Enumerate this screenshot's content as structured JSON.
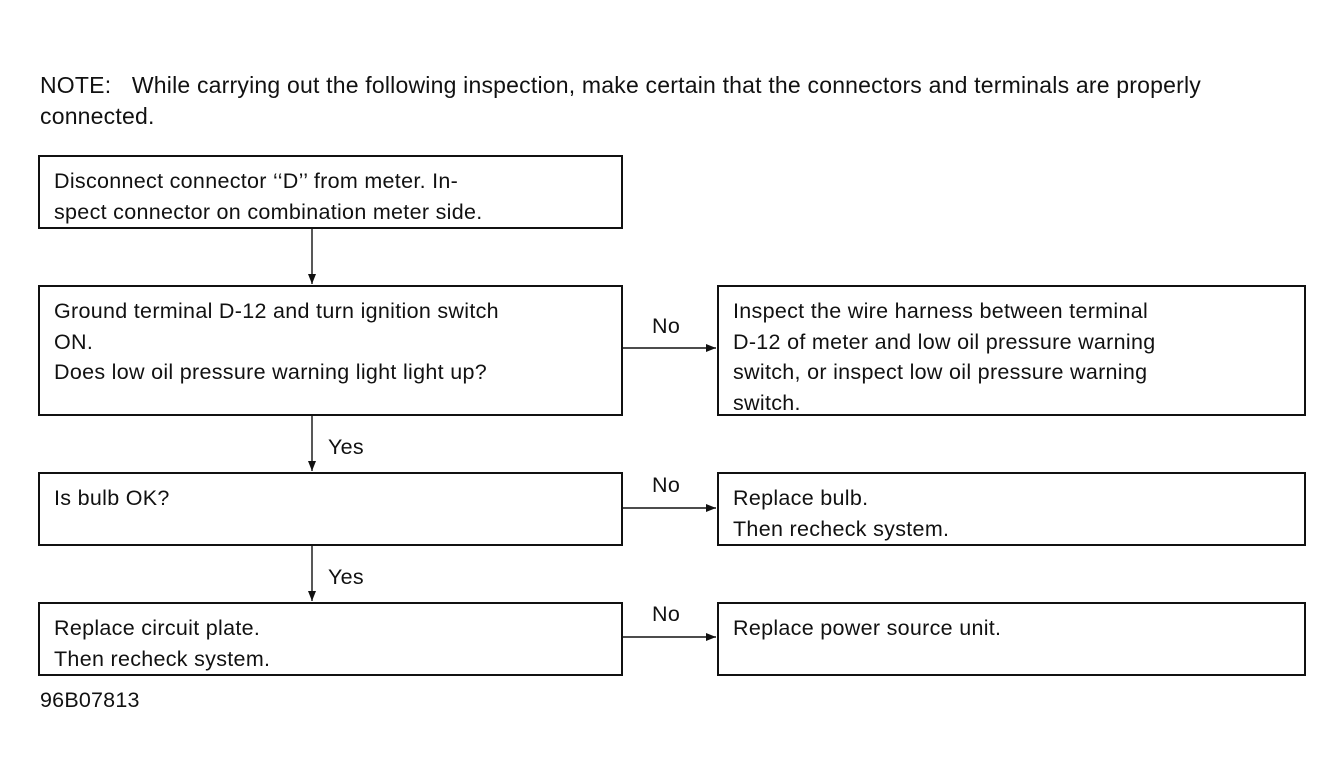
{
  "note": {
    "label": "NOTE:",
    "text": "While carrying out the following inspection, make certain that the connectors and terminals are properly connected."
  },
  "steps": [
    {
      "lines": [
        "Disconnect connector ‘‘D’’ from meter. In-",
        "spect connector on combination meter side."
      ]
    },
    {
      "lines": [
        "Ground terminal D-12 and turn ignition switch",
        "ON.",
        "Does low oil pressure warning light light up?"
      ]
    },
    {
      "lines": [
        "Inspect the wire harness between terminal",
        "D-12 of meter and low oil pressure warning",
        "switch, or inspect low oil pressure warning",
        "switch."
      ]
    },
    {
      "lines": [
        "Is bulb OK?"
      ]
    },
    {
      "lines": [
        "Replace bulb.",
        "Then recheck system."
      ]
    },
    {
      "lines": [
        "Replace circuit plate.",
        "Then recheck system."
      ]
    },
    {
      "lines": [
        "Replace power source unit."
      ]
    }
  ],
  "labels": {
    "yes_1": "Yes",
    "yes_2": "Yes",
    "no_1": "No",
    "no_2": "No",
    "no_3": "No"
  },
  "figure_code": "96B07813",
  "colors": {
    "ink": "#111111",
    "background": "#ffffff"
  }
}
